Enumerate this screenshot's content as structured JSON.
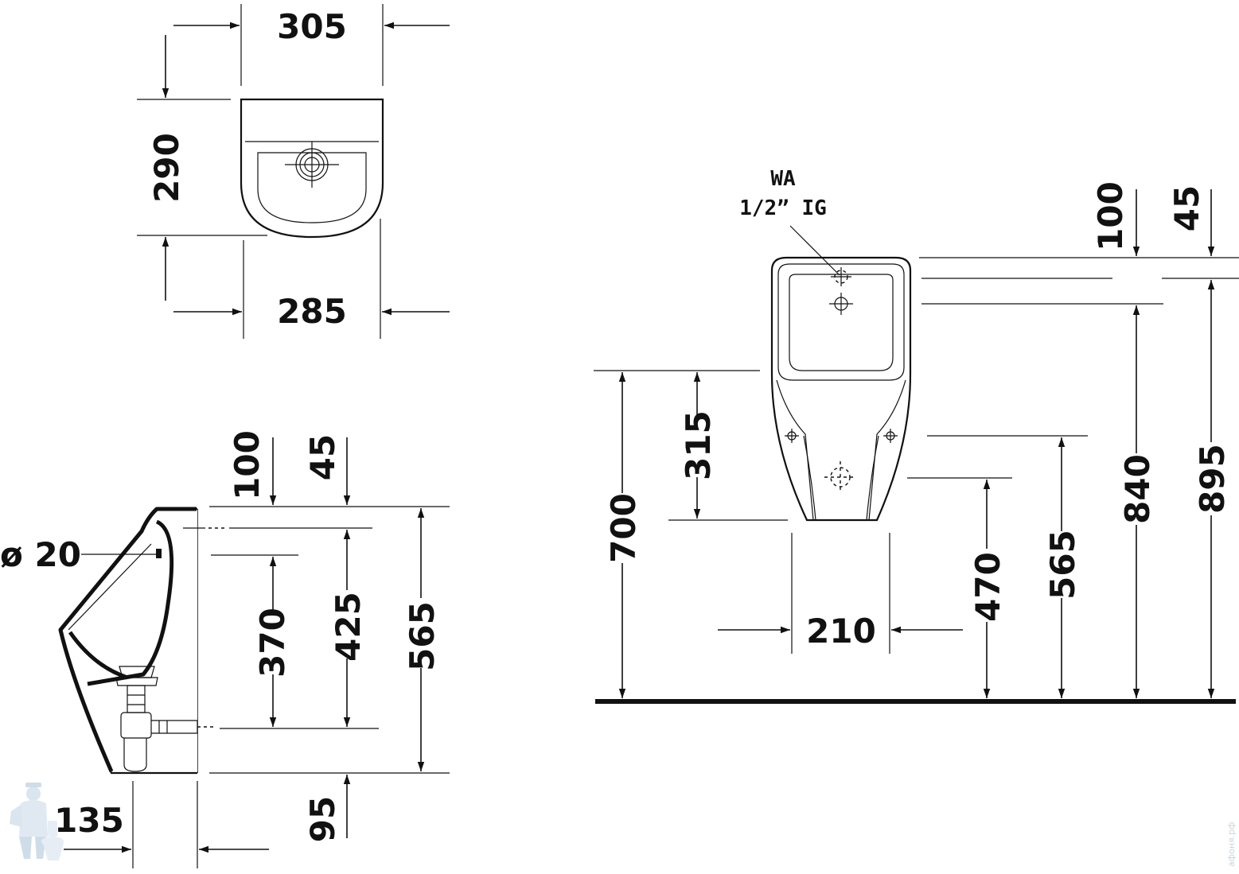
{
  "top_view": {
    "width_top": "305",
    "depth": "290",
    "width_bottom": "285"
  },
  "side_view": {
    "inlet_offset": "100",
    "inlet_gap": "45",
    "inlet_diameter": "ø 20",
    "h_370": "370",
    "h_425": "425",
    "h_565": "565",
    "projection": "135",
    "bottom_offset": "95"
  },
  "front_view": {
    "inlet_label_1": "WA",
    "inlet_label_2": "1/2” IG",
    "top_100": "100",
    "top_45": "45",
    "h_315": "315",
    "h_700": "700",
    "w_210": "210",
    "h_470": "470",
    "h_565": "565",
    "h_840": "840",
    "h_895": "895"
  },
  "watermark": {
    "text": "афоня.рф",
    "icon": "plumber-mascot-icon"
  }
}
